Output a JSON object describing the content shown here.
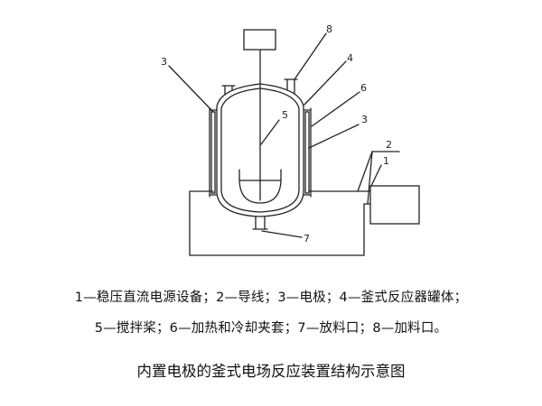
{
  "diagram": {
    "labels": {
      "l1": "1",
      "l2": "2",
      "l3a": "3",
      "l3b": "3",
      "l4": "4",
      "l5": "5",
      "l6": "6",
      "l7": "7",
      "l8": "8"
    },
    "legend": [
      "1—稳压直流电源设备；2—导线；3—电极；4—釜式反应器罐体；",
      "5—搅拌桨；6—加热和冷却夹套；7—放料口；8—加料口。"
    ],
    "caption": "内置电极的釜式电场反应装置结构示意图"
  }
}
